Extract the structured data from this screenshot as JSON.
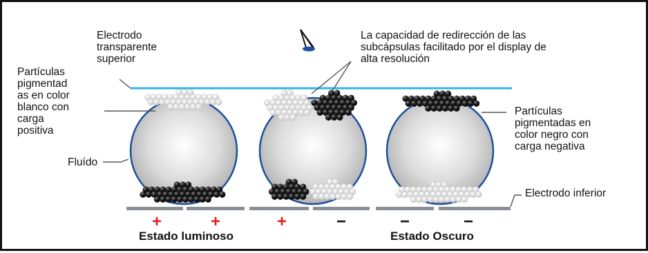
{
  "labels": {
    "top_electrode": "Electrodo\ntransparente\nsuperior",
    "redirection_note": "La capacidad de redirección de las\nsubcápsulas facilitado por el display de\nalta resolución",
    "white_particles": "Partículas\npigmentad\nas en color\nblanco con\ncarga\npositiva",
    "fluid": "Fluído",
    "black_particles": "Partículas\npigmentadas en\ncolor negro con\ncarga negativa",
    "bottom_electrode": "Electrodo inferior",
    "state_light": "Estado luminoso",
    "state_dark": "Estado Oscuro"
  },
  "electrode_signs": [
    "+",
    "+",
    "+",
    "−",
    "−",
    "−"
  ],
  "colors": {
    "top_electrode": "#33b5e5",
    "capsule_outline": "#1d4f9e",
    "bottom_electrode": "#8a8f96",
    "positive_sign": "#e02020",
    "negative_sign": "#111111",
    "white_particle": "#f4f4f4",
    "black_particle": "#161616"
  },
  "icons": {
    "viewer": "eye-icon"
  }
}
